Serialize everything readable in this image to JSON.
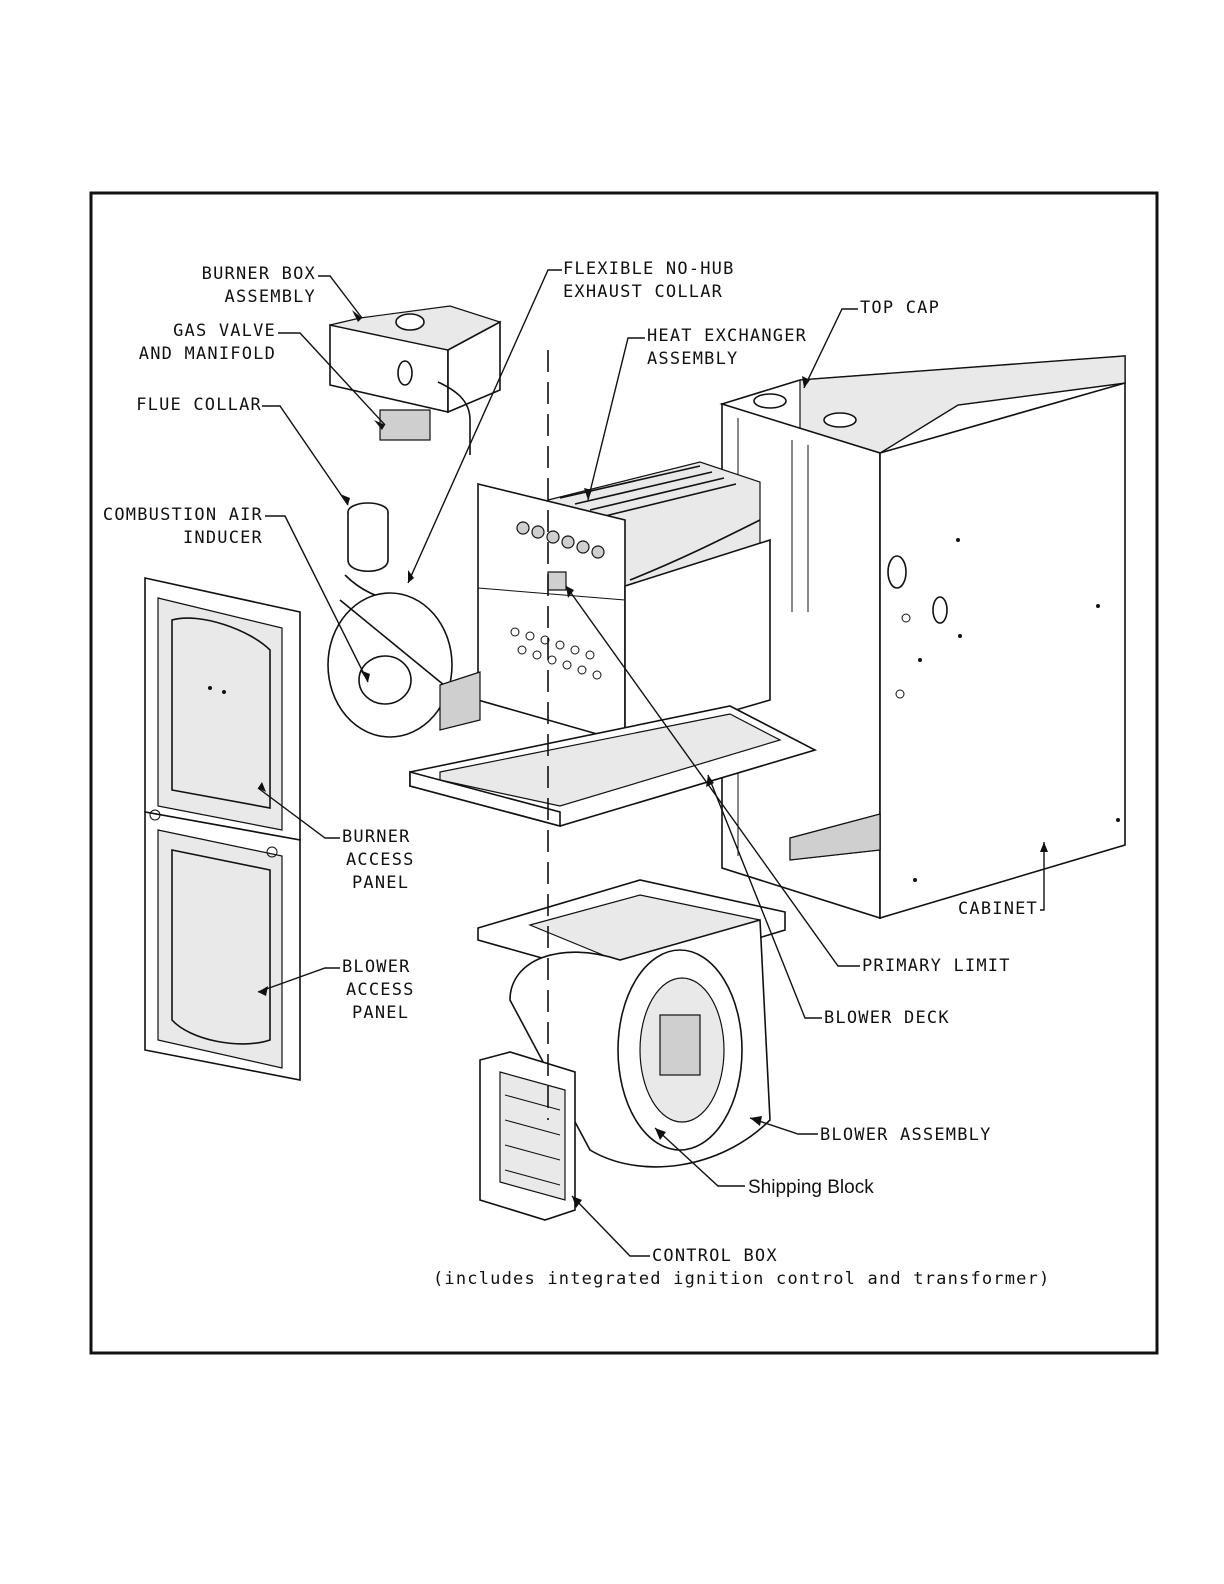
{
  "labels": {
    "burner_box": [
      "BURNER BOX",
      "ASSEMBLY"
    ],
    "gas_valve": [
      "GAS VALVE",
      "AND MANIFOLD"
    ],
    "flue_collar": [
      "FLUE COLLAR"
    ],
    "combustion": [
      "COMBUSTION AIR",
      "INDUCER"
    ],
    "flexible": [
      "FLEXIBLE NO-HUB",
      "EXHAUST COLLAR"
    ],
    "heat_exchanger": [
      "HEAT EXCHANGER",
      "ASSEMBLY"
    ],
    "top_cap": [
      "TOP CAP"
    ],
    "burner_panel": [
      "BURNER",
      "ACCESS",
      "PANEL"
    ],
    "blower_panel": [
      "BLOWER",
      "ACCESS",
      "PANEL"
    ],
    "cabinet": [
      "CABINET"
    ],
    "primary_limit": [
      "PRIMARY LIMIT"
    ],
    "blower_deck": [
      "BLOWER DECK"
    ],
    "blower_assembly": [
      "BLOWER ASSEMBLY"
    ],
    "shipping_block": [
      "Shipping Block"
    ],
    "control_box": [
      "CONTROL BOX",
      "(includes integrated ignition control and transformer)"
    ]
  }
}
